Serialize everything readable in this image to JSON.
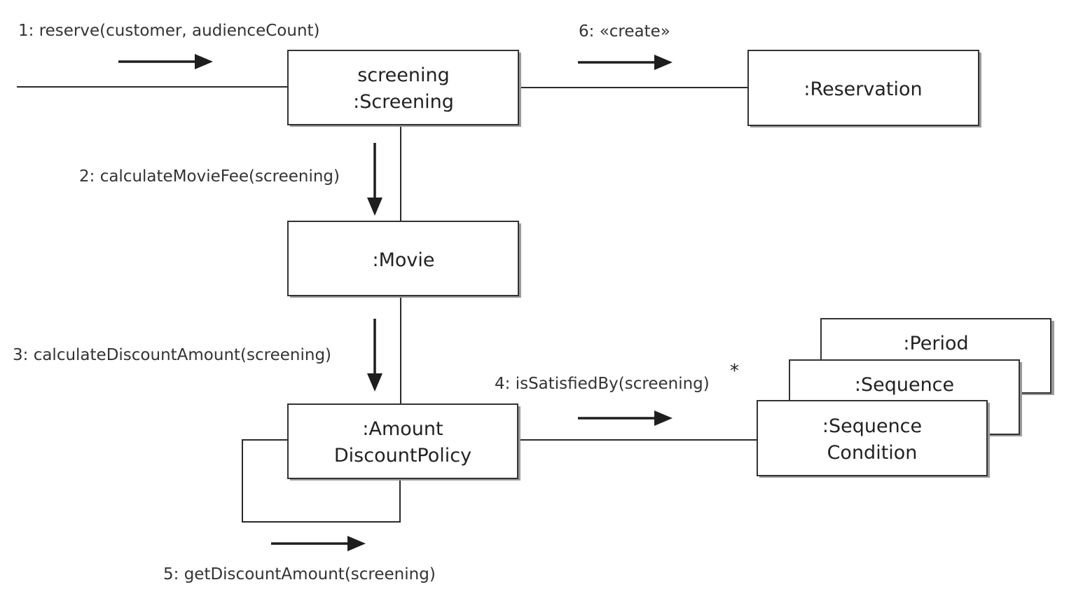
{
  "objects": {
    "screening": {
      "line1": "screening",
      "line2": ":Screening"
    },
    "reservation": {
      "label": ":Reservation"
    },
    "movie": {
      "label": ":Movie"
    },
    "amount_policy": {
      "line1": ":Amount",
      "line2": "DiscountPolicy"
    },
    "period": {
      "label": ":Period"
    },
    "sequence": {
      "label": ":Sequence"
    },
    "sequence_condition": {
      "line1": ":Sequence",
      "line2": "Condition"
    }
  },
  "messages": {
    "m1": "1: reserve(customer, audienceCount)",
    "m2": "2: calculateMovieFee(screening)",
    "m3": "3: calculateDiscountAmount(screening)",
    "m4": "4: isSatisfiedBy(screening)",
    "m4_multiplicity": "*",
    "m5": "5: getDiscountAmount(screening)",
    "m6": "6: «create»"
  }
}
